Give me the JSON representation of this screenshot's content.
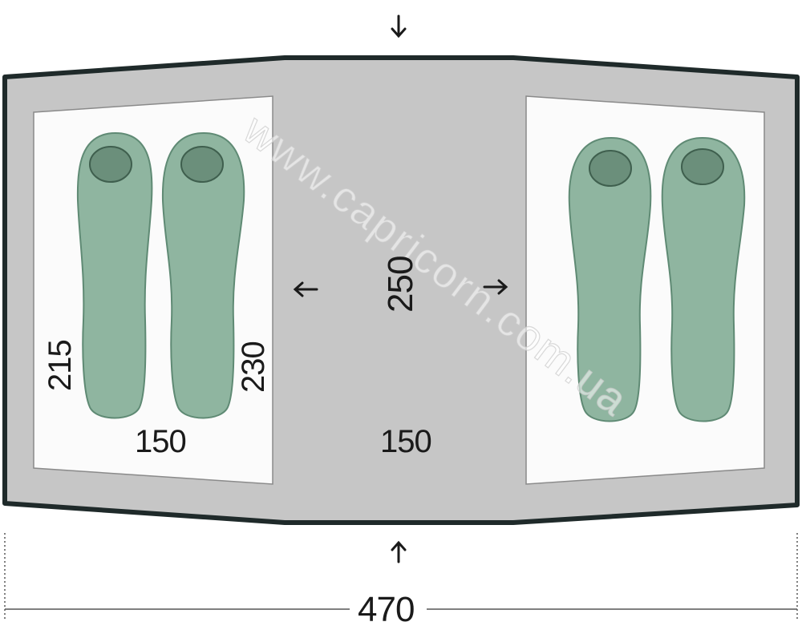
{
  "dimensions": {
    "total_width": "470",
    "vestibule_depth": "250",
    "vestibule_width": "150",
    "bedroom_width": "150",
    "bedroom_length_left": "215",
    "bedroom_length_right": "230"
  },
  "watermark": "www.capricorn.com.ua",
  "colors": {
    "tent_fill": "#c6c6c6",
    "tent_outline": "#1f2a2a",
    "inner_tent_fill": "#fbfbfb",
    "sleeping_bag": "#8fb5a0",
    "sleeping_bag_outline": "#5f8a74",
    "hood": "#6b8f7b"
  }
}
